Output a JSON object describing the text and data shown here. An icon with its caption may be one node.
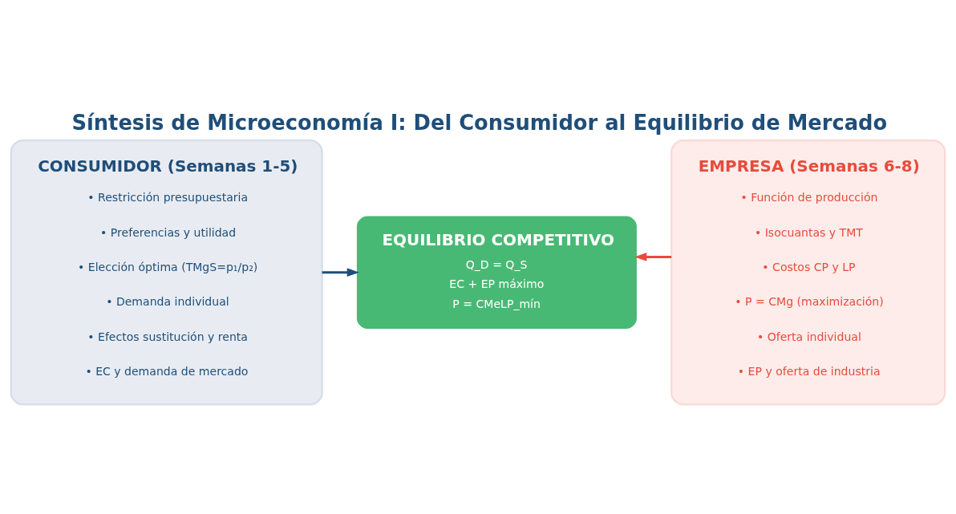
{
  "diagram": {
    "title": "Síntesis de Microeconomía I: Del Consumidor al Equilibrio de Mercado",
    "nodes": [
      {
        "text": [
          "CONSUMIDOR (Semanas 1-5)",
          "• Restricción presupuestaria",
          "• Preferencias y utilidad",
          "• Elección óptima (TMgS=p₁/p₂)",
          "• Demanda individual",
          "• Efectos sustitución y renta",
          "• EC y demanda de mercado"
        ]
      },
      {
        "text": [
          "EQUILIBRIO COMPETITIVO",
          "Q_D = Q_S",
          "EC + EP máximo",
          "P = CMeLP_mín"
        ]
      },
      {
        "text": [
          "EMPRESA (Semanas 6-8)",
          "• Función de producción",
          "• Isocuantas y TMT",
          "• Costos CP y LP",
          "• P = CMg (maximización)",
          "• Oferta individual",
          "• EP y oferta de industria"
        ]
      }
    ],
    "edges": [
      {
        "from": 0,
        "to": 1,
        "arrow": "to",
        "color": "#1f4e79"
      },
      {
        "from": 2,
        "to": 1,
        "arrow": "to",
        "color": "#e74c3c"
      }
    ]
  }
}
